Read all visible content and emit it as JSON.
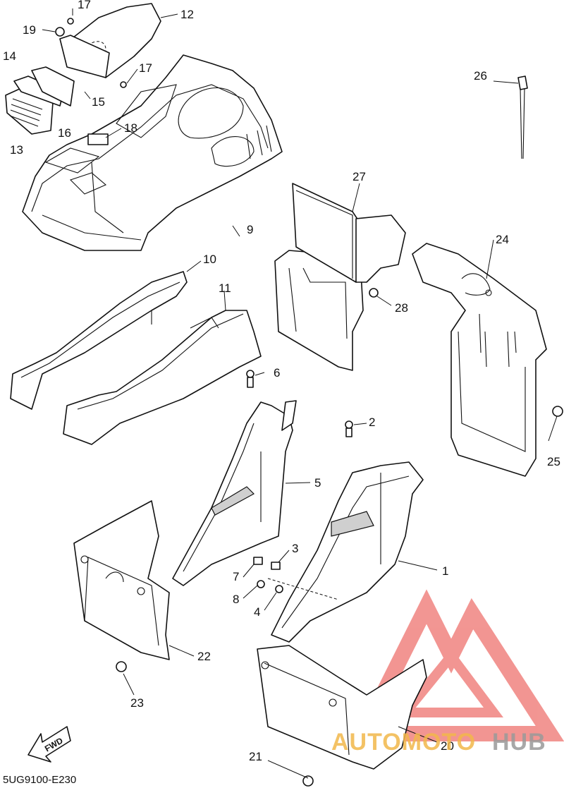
{
  "diagram_code": "5UG9100-E230",
  "fwd_label": "FWD",
  "watermark": {
    "text_a": "AUTOMOTO",
    "text_b": "HUB",
    "color_a": "#f2b84b",
    "color_b": "#9a9a9a",
    "logo_color": "#e8403a"
  },
  "part_numbers": [
    "1",
    "2",
    "3",
    "4",
    "5",
    "6",
    "7",
    "8",
    "9",
    "10",
    "11",
    "12",
    "13",
    "14",
    "15",
    "16",
    "17",
    "17",
    "18",
    "19",
    "20",
    "21",
    "22",
    "23",
    "24",
    "25",
    "26",
    "27",
    "28"
  ]
}
